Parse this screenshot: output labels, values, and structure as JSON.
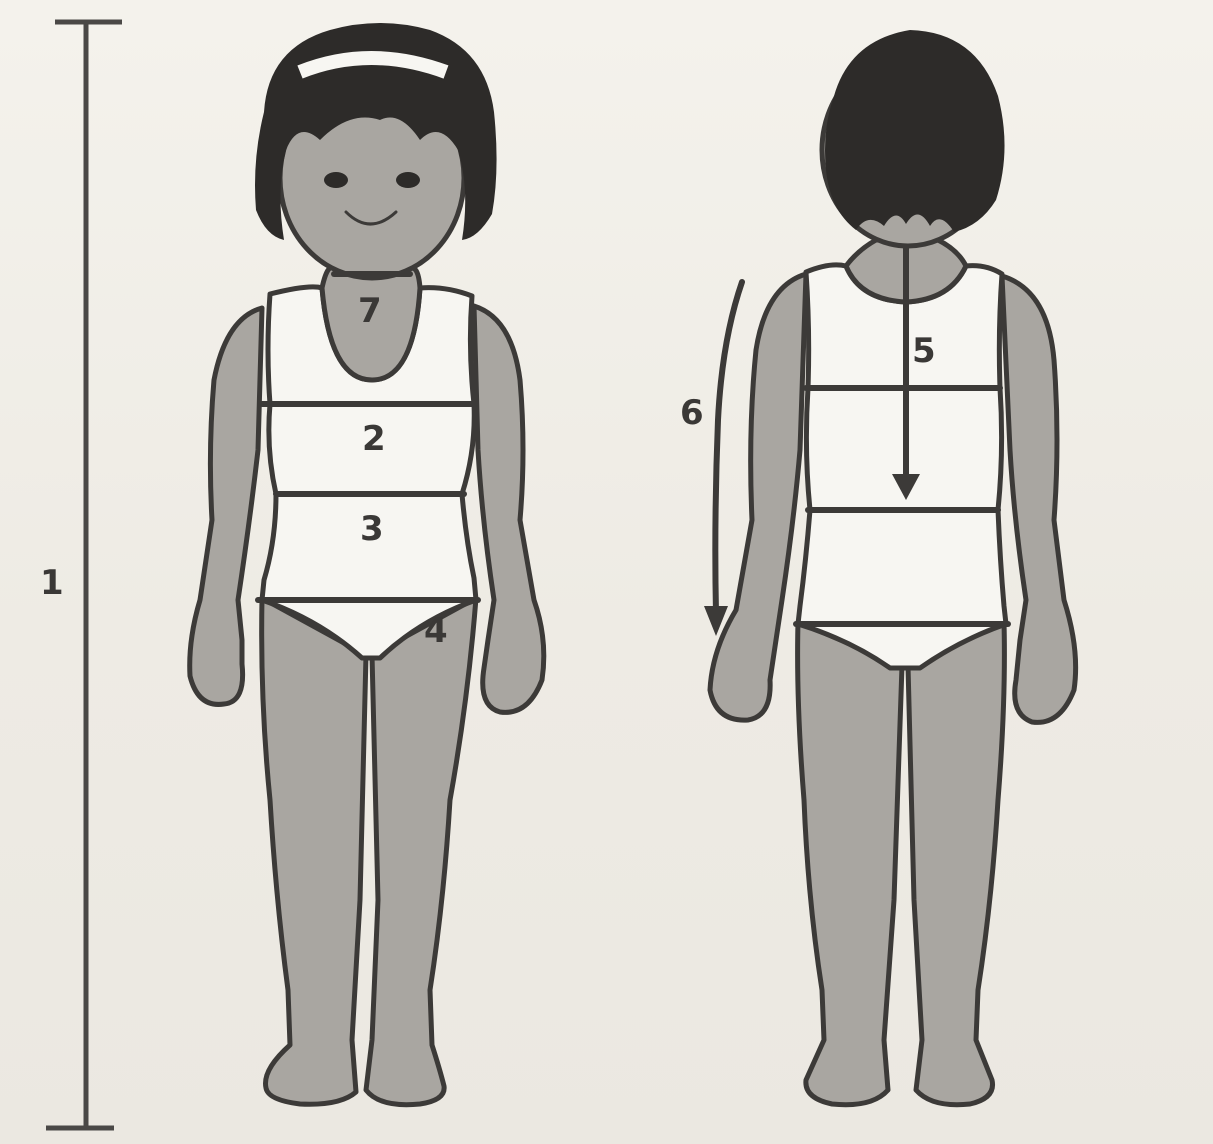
{
  "labels": {
    "m1": "1",
    "m2": "2",
    "m3": "3",
    "m4": "4",
    "m5": "5",
    "m6": "6",
    "m7": "7"
  }
}
